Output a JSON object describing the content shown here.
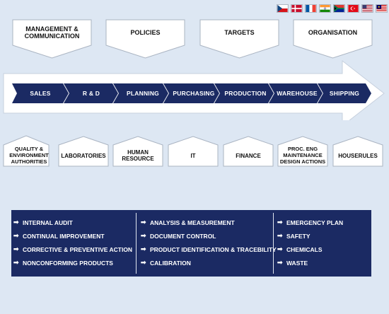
{
  "languages": [
    {
      "icon": "flag-czech-icon",
      "colors": [
        "#ffffff",
        "#d7141a",
        "#11457e"
      ]
    },
    {
      "icon": "flag-denmark-icon",
      "colors": [
        "#c8102e",
        "#ffffff"
      ]
    },
    {
      "icon": "flag-france-icon",
      "colors": [
        "#0055a4",
        "#ffffff",
        "#ef4135"
      ]
    },
    {
      "icon": "flag-india-icon",
      "colors": [
        "#ff9933",
        "#ffffff",
        "#138808"
      ]
    },
    {
      "icon": "flag-south-africa-icon",
      "colors": [
        "#007a4d",
        "#de3831",
        "#002395",
        "#ffb612"
      ]
    },
    {
      "icon": "flag-turkey-icon",
      "colors": [
        "#e30a17",
        "#ffffff"
      ]
    },
    {
      "icon": "flag-usa-icon",
      "colors": [
        "#b22234",
        "#ffffff",
        "#3c3b6e"
      ]
    },
    {
      "icon": "flag-malaysia-icon",
      "colors": [
        "#cc0001",
        "#ffffff",
        "#010066",
        "#ffcc00"
      ]
    }
  ],
  "top_boxes": [
    "MANAGEMENT &\nCOMMUNICATION",
    "POLICIES",
    "TARGETS",
    "ORGANISATION"
  ],
  "process_steps": [
    "SALES",
    "R & D",
    "PLANNING",
    "PURCHASING",
    "PRODUCTION",
    "WAREHOUSE",
    "SHIPPING"
  ],
  "departments": [
    "QUALITY &\nENVIRONMENT\nAUTHORITIES",
    "LABORATORIES",
    "HUMAN\nRESOURCE",
    "IT",
    "FINANCE",
    "PROC. ENG\nMAINTENANCE\nDESIGN ACTIONS",
    "HOUSERULES"
  ],
  "links": {
    "column1": [
      "INTERNAL AUDIT",
      "CONTINUAL IMPROVEMENT",
      "CORRECTIVE & PREVENTIVE ACTION",
      "NONCONFORMING PRODUCTS"
    ],
    "column2": [
      "ANALYSIS & MEASUREMENT",
      "DOCUMENT CONTROL",
      "PRODUCT IDENTIFICATION & TRACEBILITY",
      "CALIBRATION"
    ],
    "column3": [
      "EMERGENCY PLAN",
      "SAFETY",
      "CHEMICALS",
      "WASTE"
    ]
  },
  "colors": {
    "navy": "#1b2a63",
    "background": "#dde7f3",
    "box": "#ffffff",
    "arrow": "#ffffff"
  }
}
